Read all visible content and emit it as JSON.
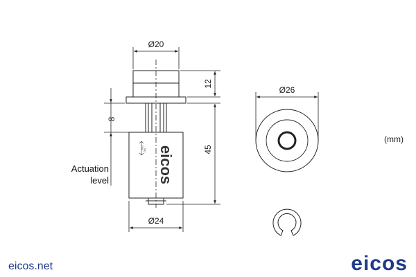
{
  "dimensions": {
    "top_diameter": "Ø20",
    "top_height": "12",
    "flange_offset": "8",
    "total_height": "45",
    "bottom_diameter": "Ø24",
    "float_diameter": "Ø26"
  },
  "labels": {
    "actuation_line1": "Actuation",
    "actuation_line2": "level",
    "units": "(mm)"
  },
  "body_marking": {
    "brand": "eicos",
    "switch_on": "ON",
    "switch_on_rotated": "ON"
  },
  "footer": {
    "website": "eicos.net",
    "logo": "eicos"
  },
  "colors": {
    "line": "#222222",
    "brand_blue": "#1f3a8a"
  }
}
